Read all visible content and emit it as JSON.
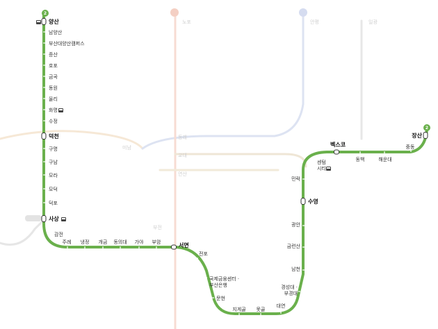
{
  "line": {
    "number": "2",
    "color": "#6ab04c"
  },
  "stations": [
    {
      "id": "yangsan",
      "label": "양산",
      "major": true,
      "bus": true
    },
    {
      "id": "namyangsan",
      "label": "남양산"
    },
    {
      "id": "pnu-yangsan",
      "label": "부산대양산캠퍼스"
    },
    {
      "id": "jeungsan",
      "label": "증산"
    },
    {
      "id": "hopo",
      "label": "호포"
    },
    {
      "id": "geumgok",
      "label": "금곡"
    },
    {
      "id": "dongwon",
      "label": "동원"
    },
    {
      "id": "yulli",
      "label": "율리"
    },
    {
      "id": "hwamyeong",
      "label": "화명",
      "bus": true
    },
    {
      "id": "sujeong",
      "label": "수정"
    },
    {
      "id": "deokcheon",
      "label": "덕천",
      "major": true
    },
    {
      "id": "gumyeong",
      "label": "구명"
    },
    {
      "id": "gunam",
      "label": "구남"
    },
    {
      "id": "mora",
      "label": "모라"
    },
    {
      "id": "modeok",
      "label": "모덕"
    },
    {
      "id": "deokpo",
      "label": "덕포"
    },
    {
      "id": "sasang",
      "label": "사상",
      "major": true,
      "bus": true
    },
    {
      "id": "gamjeon",
      "label": "감전"
    },
    {
      "id": "jurye",
      "label": "주례"
    },
    {
      "id": "naengjeong",
      "label": "냉정"
    },
    {
      "id": "gaegeum",
      "label": "개금"
    },
    {
      "id": "dongui",
      "label": "동의대"
    },
    {
      "id": "gaya",
      "label": "가야"
    },
    {
      "id": "buam",
      "label": "부암"
    },
    {
      "id": "seomyeon",
      "label": "서면",
      "major": true
    },
    {
      "id": "jeonpo",
      "label": "전포"
    },
    {
      "id": "bifc",
      "label": "국제금융센터 · 부산은행"
    },
    {
      "id": "munhyeon",
      "label": "문현"
    },
    {
      "id": "jigegol",
      "label": "지게골"
    },
    {
      "id": "motgol",
      "label": "못골"
    },
    {
      "id": "daeyeon",
      "label": "대연"
    },
    {
      "id": "kyungsung",
      "label": "경성대 · 부경대"
    },
    {
      "id": "namcheon",
      "label": "남천"
    },
    {
      "id": "geumnyeonsan",
      "label": "금련산"
    },
    {
      "id": "gwangan",
      "label": "광안"
    },
    {
      "id": "suyeong",
      "label": "수영",
      "major": true
    },
    {
      "id": "millak",
      "label": "민락"
    },
    {
      "id": "centum",
      "label": "센텀 시티",
      "bus": true
    },
    {
      "id": "bexco",
      "label": "벡스코",
      "major": true
    },
    {
      "id": "dongbaek",
      "label": "동백"
    },
    {
      "id": "haeundae",
      "label": "해운대"
    },
    {
      "id": "jung-dong",
      "label": "중동"
    },
    {
      "id": "jangsan",
      "label": "장산",
      "major": true
    }
  ]
}
